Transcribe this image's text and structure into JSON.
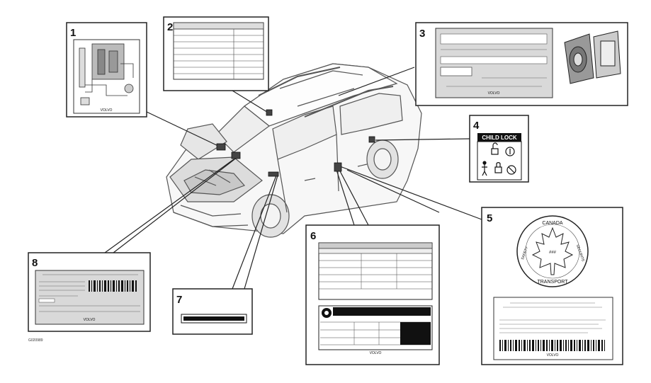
{
  "callouts": [
    {
      "id": "1",
      "label": "1"
    },
    {
      "id": "2",
      "label": "2"
    },
    {
      "id": "3",
      "label": "3"
    },
    {
      "id": "4",
      "label": "4"
    },
    {
      "id": "5",
      "label": "5"
    },
    {
      "id": "6",
      "label": "6"
    },
    {
      "id": "7",
      "label": "7"
    },
    {
      "id": "8",
      "label": "8"
    }
  ],
  "labels": {
    "brand": "VOLVO",
    "child_lock": "CHILD LOCK",
    "canada_top": "CANADA",
    "canada_bottom": "TRANSPORT",
    "canada_left": "SAFETY",
    "canada_right": "SECURITE",
    "maple_text": "###",
    "figure_code": "G020989"
  },
  "colors": {
    "line": "#222222",
    "label_bg": "#d9d9d9",
    "dark": "#111111",
    "car_stroke": "#555555"
  }
}
